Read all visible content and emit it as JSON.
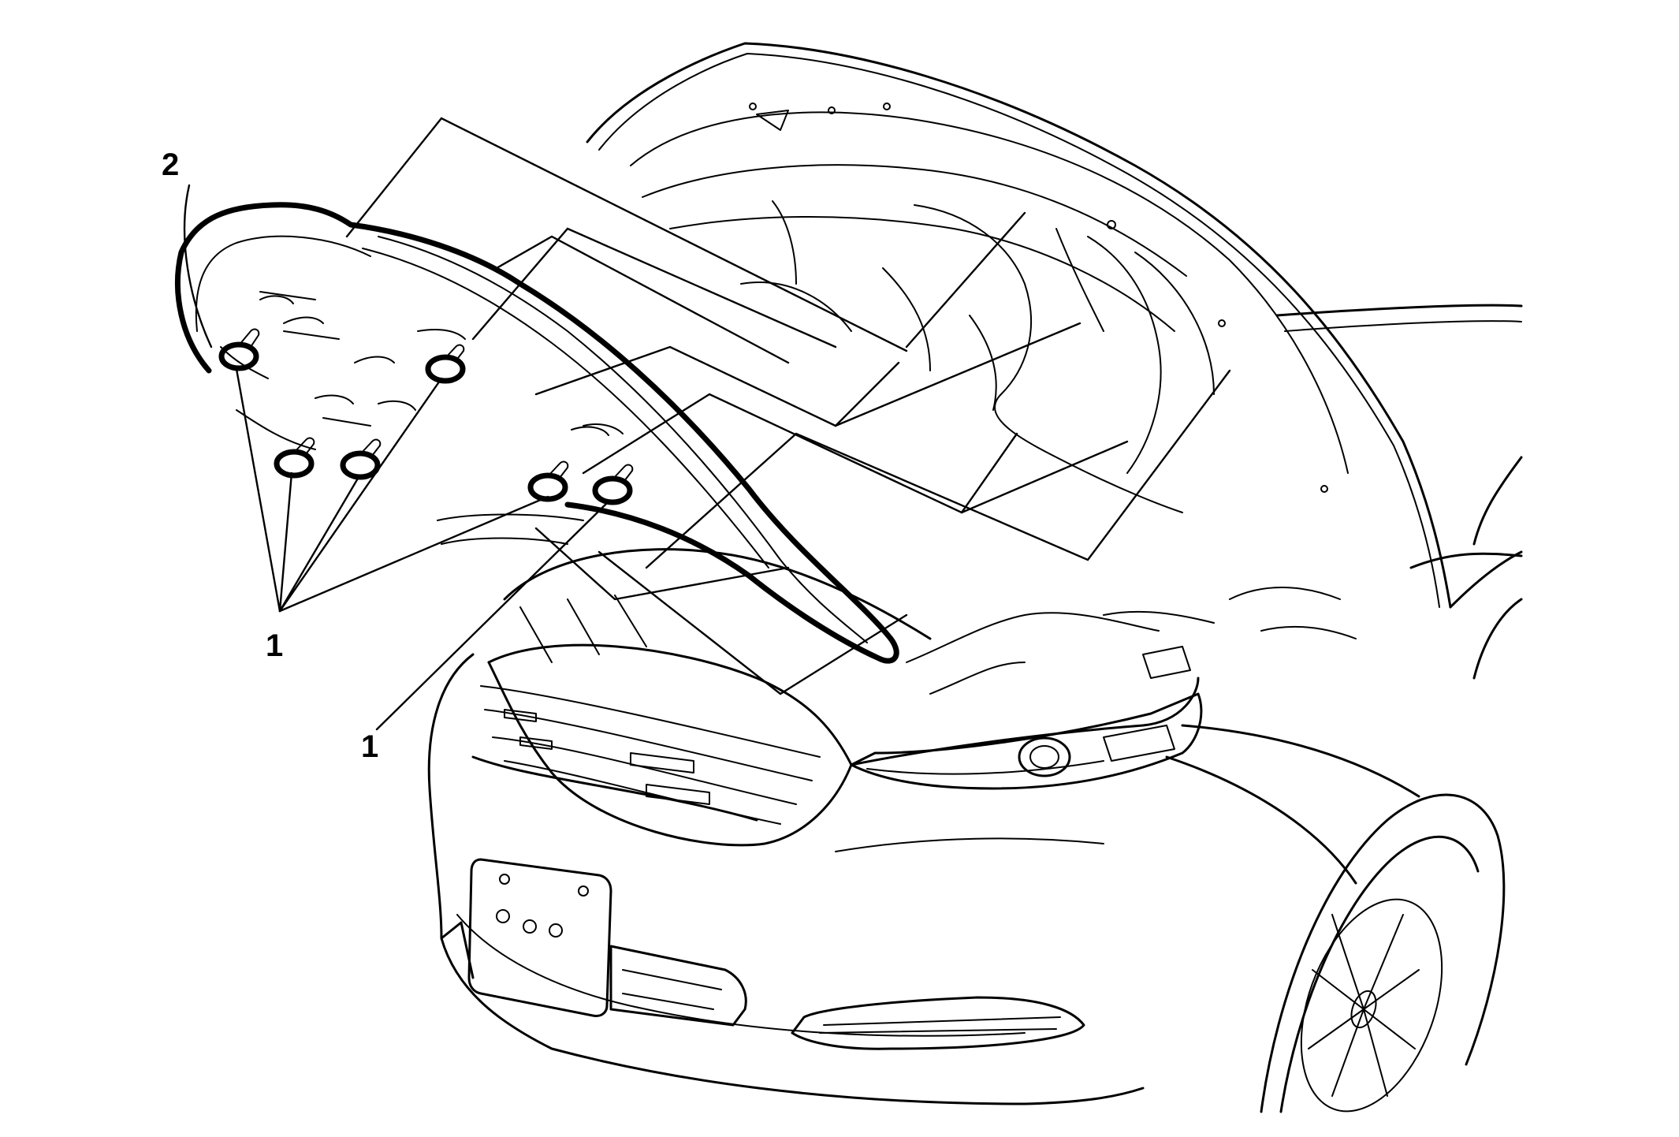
{
  "callouts": {
    "fastener_group": "1",
    "insulator": "2",
    "fastener_single": "1"
  }
}
